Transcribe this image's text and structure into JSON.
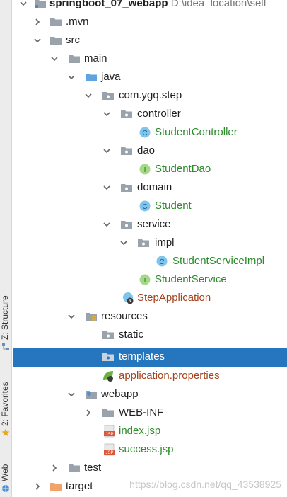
{
  "sidebar": {
    "tabs": [
      "Z: Structure",
      "2: Favorites",
      "Web"
    ]
  },
  "tree": {
    "project": {
      "name": "springboot_07_webapp",
      "path": "D:\\idea_location\\self_"
    },
    "mvn": ".mvn",
    "src": "src",
    "main": "main",
    "java": "java",
    "package": "com.ygq.step",
    "controller": "controller",
    "student_controller": "StudentController",
    "dao": "dao",
    "student_dao": "StudentDao",
    "domain": "domain",
    "student": "Student",
    "service": "service",
    "impl": "impl",
    "student_service_impl": "StudentServiceImpl",
    "student_service": "StudentService",
    "step_application": "StepApplication",
    "resources": "resources",
    "static": "static",
    "templates": "templates",
    "application_properties": "application.properties",
    "webapp": "webapp",
    "web_inf": "WEB-INF",
    "index_jsp": "index.jsp",
    "success_jsp": "success.jsp",
    "test": "test",
    "target": "target"
  },
  "icons": {
    "class": "C",
    "interface": "I",
    "jsp": "JSP"
  },
  "colors": {
    "selection": "#2675bf",
    "class_text": "#2a8b2a",
    "modified_text": "#a6421b",
    "folder": "#9aa3ab",
    "target_folder": "#f0a36b"
  },
  "watermark": "https://blog.csdn.net/qq_43538925"
}
